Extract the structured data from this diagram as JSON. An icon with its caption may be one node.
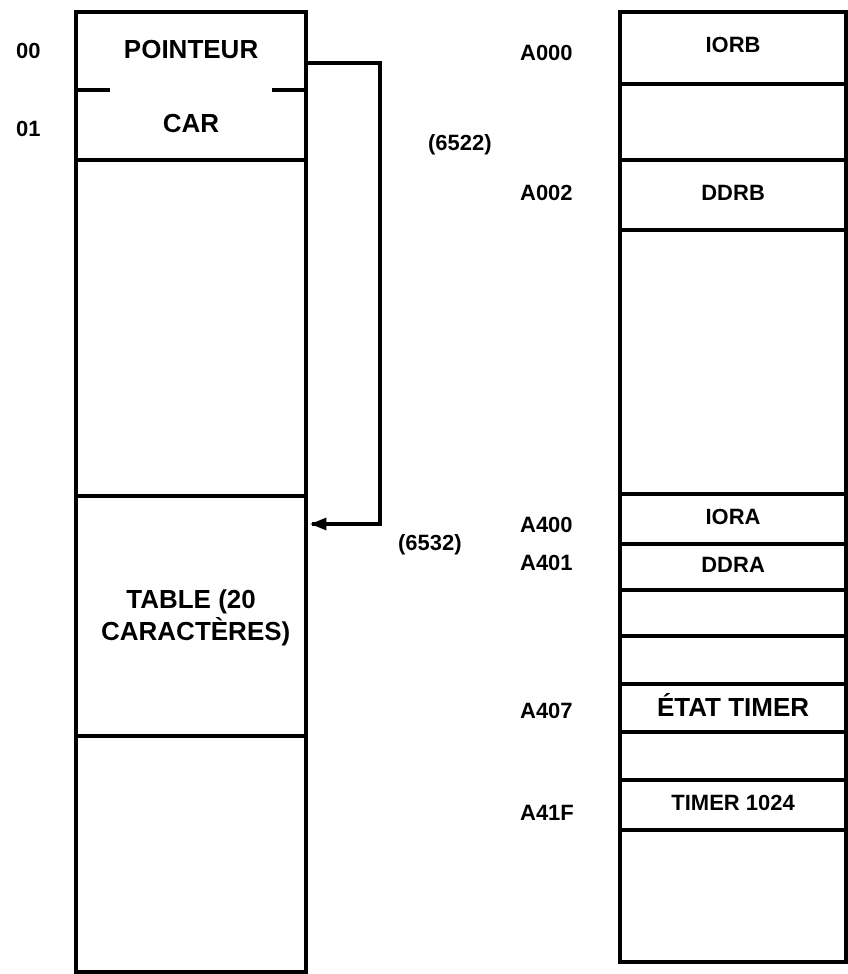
{
  "diagram": {
    "nodes": [
      {
        "text": [
          "POINTEUR"
        ],
        "beside": [
          "00"
        ]
      },
      {
        "text": [
          "CAR"
        ],
        "beside": [
          "01"
        ]
      },
      {
        "text": [],
        "shape": "box"
      },
      {
        "text": [
          "TABLE (20 CARACTÈRES)"
        ]
      },
      {
        "text": [],
        "shape": "box"
      },
      {
        "text": [
          "IORB"
        ],
        "beside": [
          "A000"
        ]
      },
      {
        "text": [],
        "shape": "box"
      },
      {
        "text": [
          "DDRB"
        ],
        "beside": [
          "A002"
        ]
      },
      {
        "text": [],
        "shape": "box"
      },
      {
        "text": [
          "IORA"
        ],
        "beside": [
          "A400"
        ]
      },
      {
        "text": [
          "DDRA"
        ],
        "beside": [
          "A401"
        ]
      },
      {
        "text": [],
        "shape": "box"
      },
      {
        "text": [],
        "shape": "box"
      },
      {
        "text": [
          "ÉTAT TIMER"
        ],
        "beside": [
          "A407"
        ]
      },
      {
        "text": [],
        "shape": "box"
      },
      {
        "text": [
          "TIMER 1024"
        ],
        "beside": [
          "A41F"
        ]
      },
      {
        "text": [],
        "shape": "box"
      }
    ],
    "edges": [
      {
        "from": 0,
        "to": 3,
        "arrow": "to"
      }
    ],
    "labels": [
      "(6522)",
      "(6532)"
    ]
  }
}
